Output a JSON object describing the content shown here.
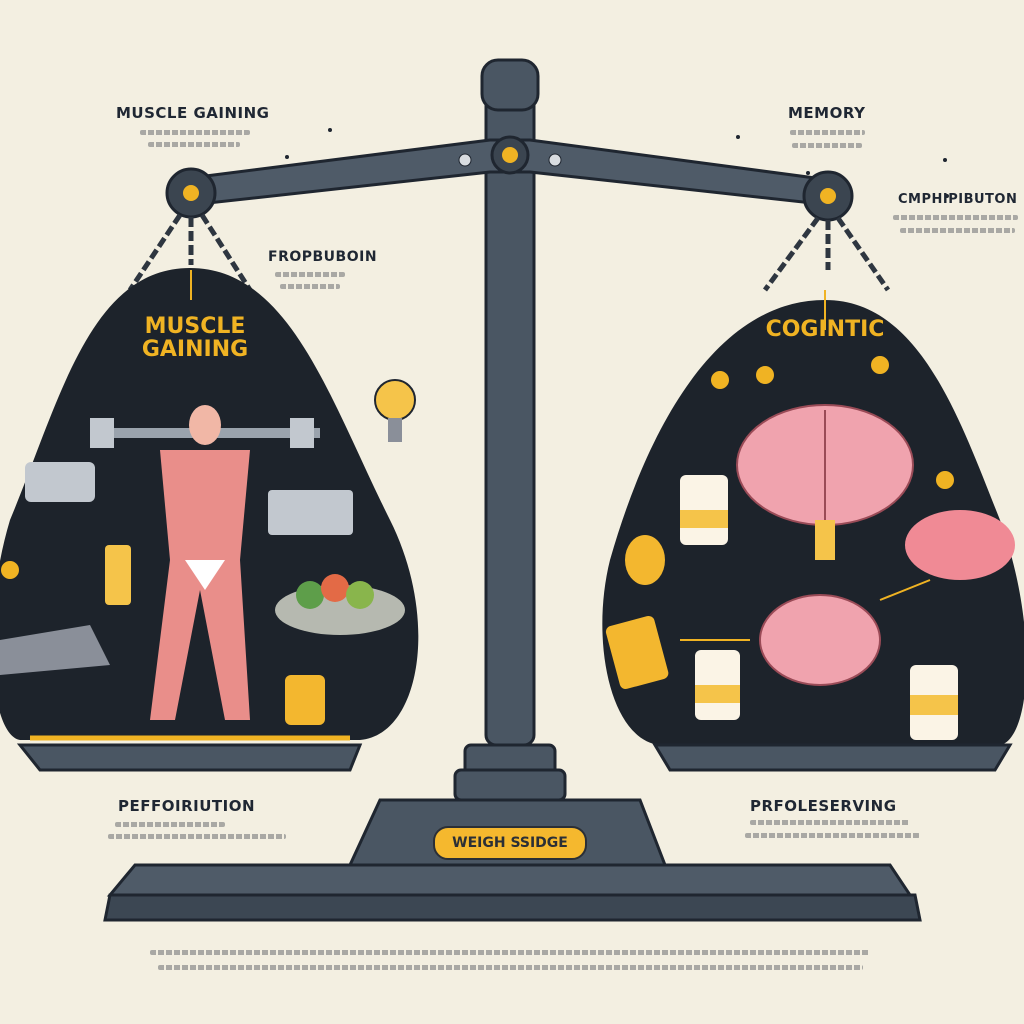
{
  "labels": {
    "top_left": "MUSCLE GAINING",
    "top_center_left": "FROPBUBOIN",
    "top_right": "MEMORY",
    "right_side": "CMPHIPIBUTON",
    "bottom_left": "PEFFOIRIUTION",
    "bottom_right": "PRFOLESERVING"
  },
  "pans": {
    "left_title": "MUSCLE GAINING",
    "right_title": "COGINTIC"
  },
  "base": {
    "badge": "WEIGH SSIDGE"
  },
  "colors": {
    "background": "#f3efe1",
    "scale_metal": "#4a5663",
    "pan_dark": "#1d232b",
    "accent": "#f0b323"
  }
}
